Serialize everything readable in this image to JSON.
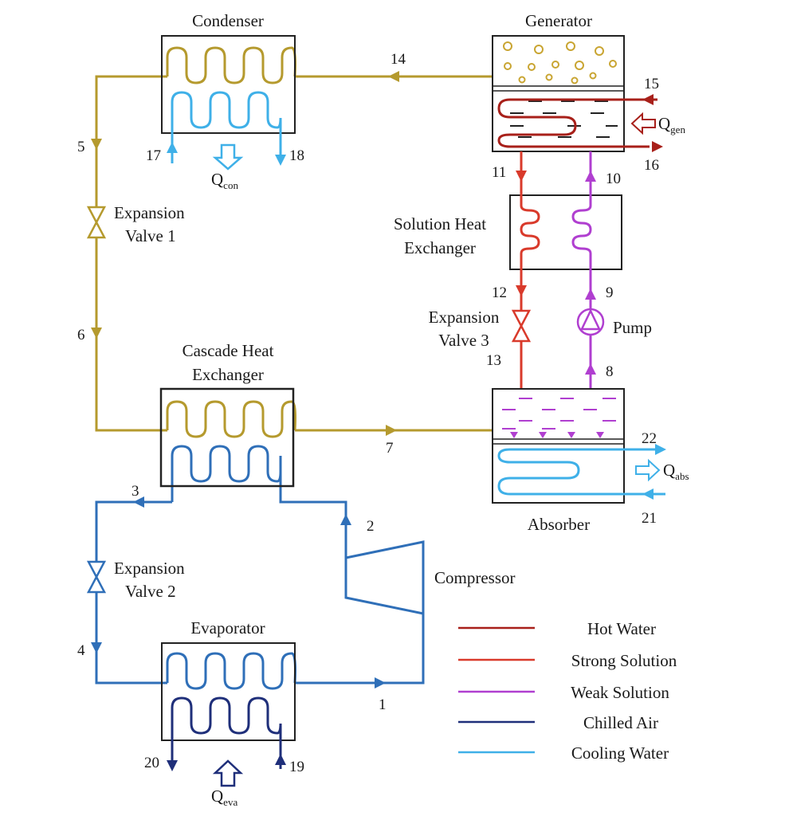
{
  "components": {
    "condenser": "Condenser",
    "generator": "Generator",
    "shx_line1": "Solution Heat",
    "shx_line2": "Exchanger",
    "ev1_line1": "Expansion",
    "ev1_line2": "Valve 1",
    "ev2_line1": "Expansion",
    "ev2_line2": "Valve 2",
    "ev3_line1": "Expansion",
    "ev3_line2": "Valve 3",
    "pump": "Pump",
    "cascade_line1": "Cascade Heat",
    "cascade_line2": "Exchanger",
    "absorber": "Absorber",
    "compressor": "Compressor",
    "evaporator": "Evaporator"
  },
  "heat": {
    "q": "Q",
    "con": "con",
    "gen": "gen",
    "abs": "abs",
    "eva": "eva"
  },
  "states": [
    "1",
    "2",
    "3",
    "4",
    "5",
    "6",
    "7",
    "8",
    "9",
    "10",
    "11",
    "12",
    "13",
    "14",
    "15",
    "16",
    "17",
    "18",
    "19",
    "20",
    "21",
    "22"
  ],
  "legend": [
    {
      "label": "Hot Water",
      "color": "#a8201a"
    },
    {
      "label": "Strong Solution",
      "color": "#d93a2b"
    },
    {
      "label": "Weak Solution",
      "color": "#b03fd0"
    },
    {
      "label": "Chilled Air",
      "color": "#1f2f7a"
    },
    {
      "label": "Cooling Water",
      "color": "#3fb0e8"
    }
  ],
  "colors": {
    "refrigerant_high": "#b59a2e",
    "refrigerant_low": "#2f6fb8",
    "hot_water": "#a8201a",
    "strong_solution": "#d93a2b",
    "weak_solution": "#b03fd0",
    "chilled_air": "#1f2f7a",
    "cooling_water": "#3fb0e8"
  }
}
